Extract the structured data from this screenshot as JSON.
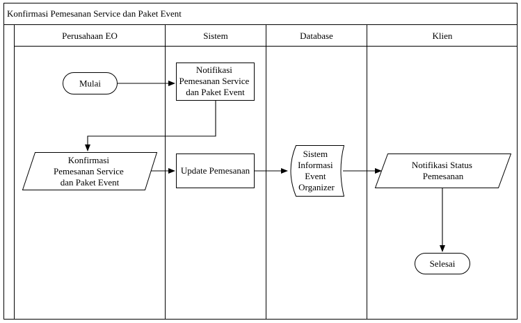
{
  "title": "Konfirmasi Pemesanan Service dan Paket Event",
  "lanes": [
    {
      "label": "Perusahaan EO"
    },
    {
      "label": "Sistem"
    },
    {
      "label": "Database"
    },
    {
      "label": "Klien"
    }
  ],
  "nodes": {
    "start": {
      "label": "Mulai"
    },
    "notifikasi": {
      "lines": [
        "Notifikasi",
        "Pemesanan Service",
        "dan Paket Event"
      ]
    },
    "konfirmasi": {
      "lines": [
        "Konfirmasi",
        "Pemesanan Service",
        "dan Paket Event"
      ]
    },
    "update": {
      "label": "Update Pemesanan"
    },
    "database": {
      "lines": [
        "Sistem",
        "Informasi",
        "Event",
        "Organizer"
      ]
    },
    "notif_status": {
      "lines": [
        "Notifikasi Status",
        "Pemesanan"
      ]
    },
    "end": {
      "label": "Selesai"
    }
  }
}
